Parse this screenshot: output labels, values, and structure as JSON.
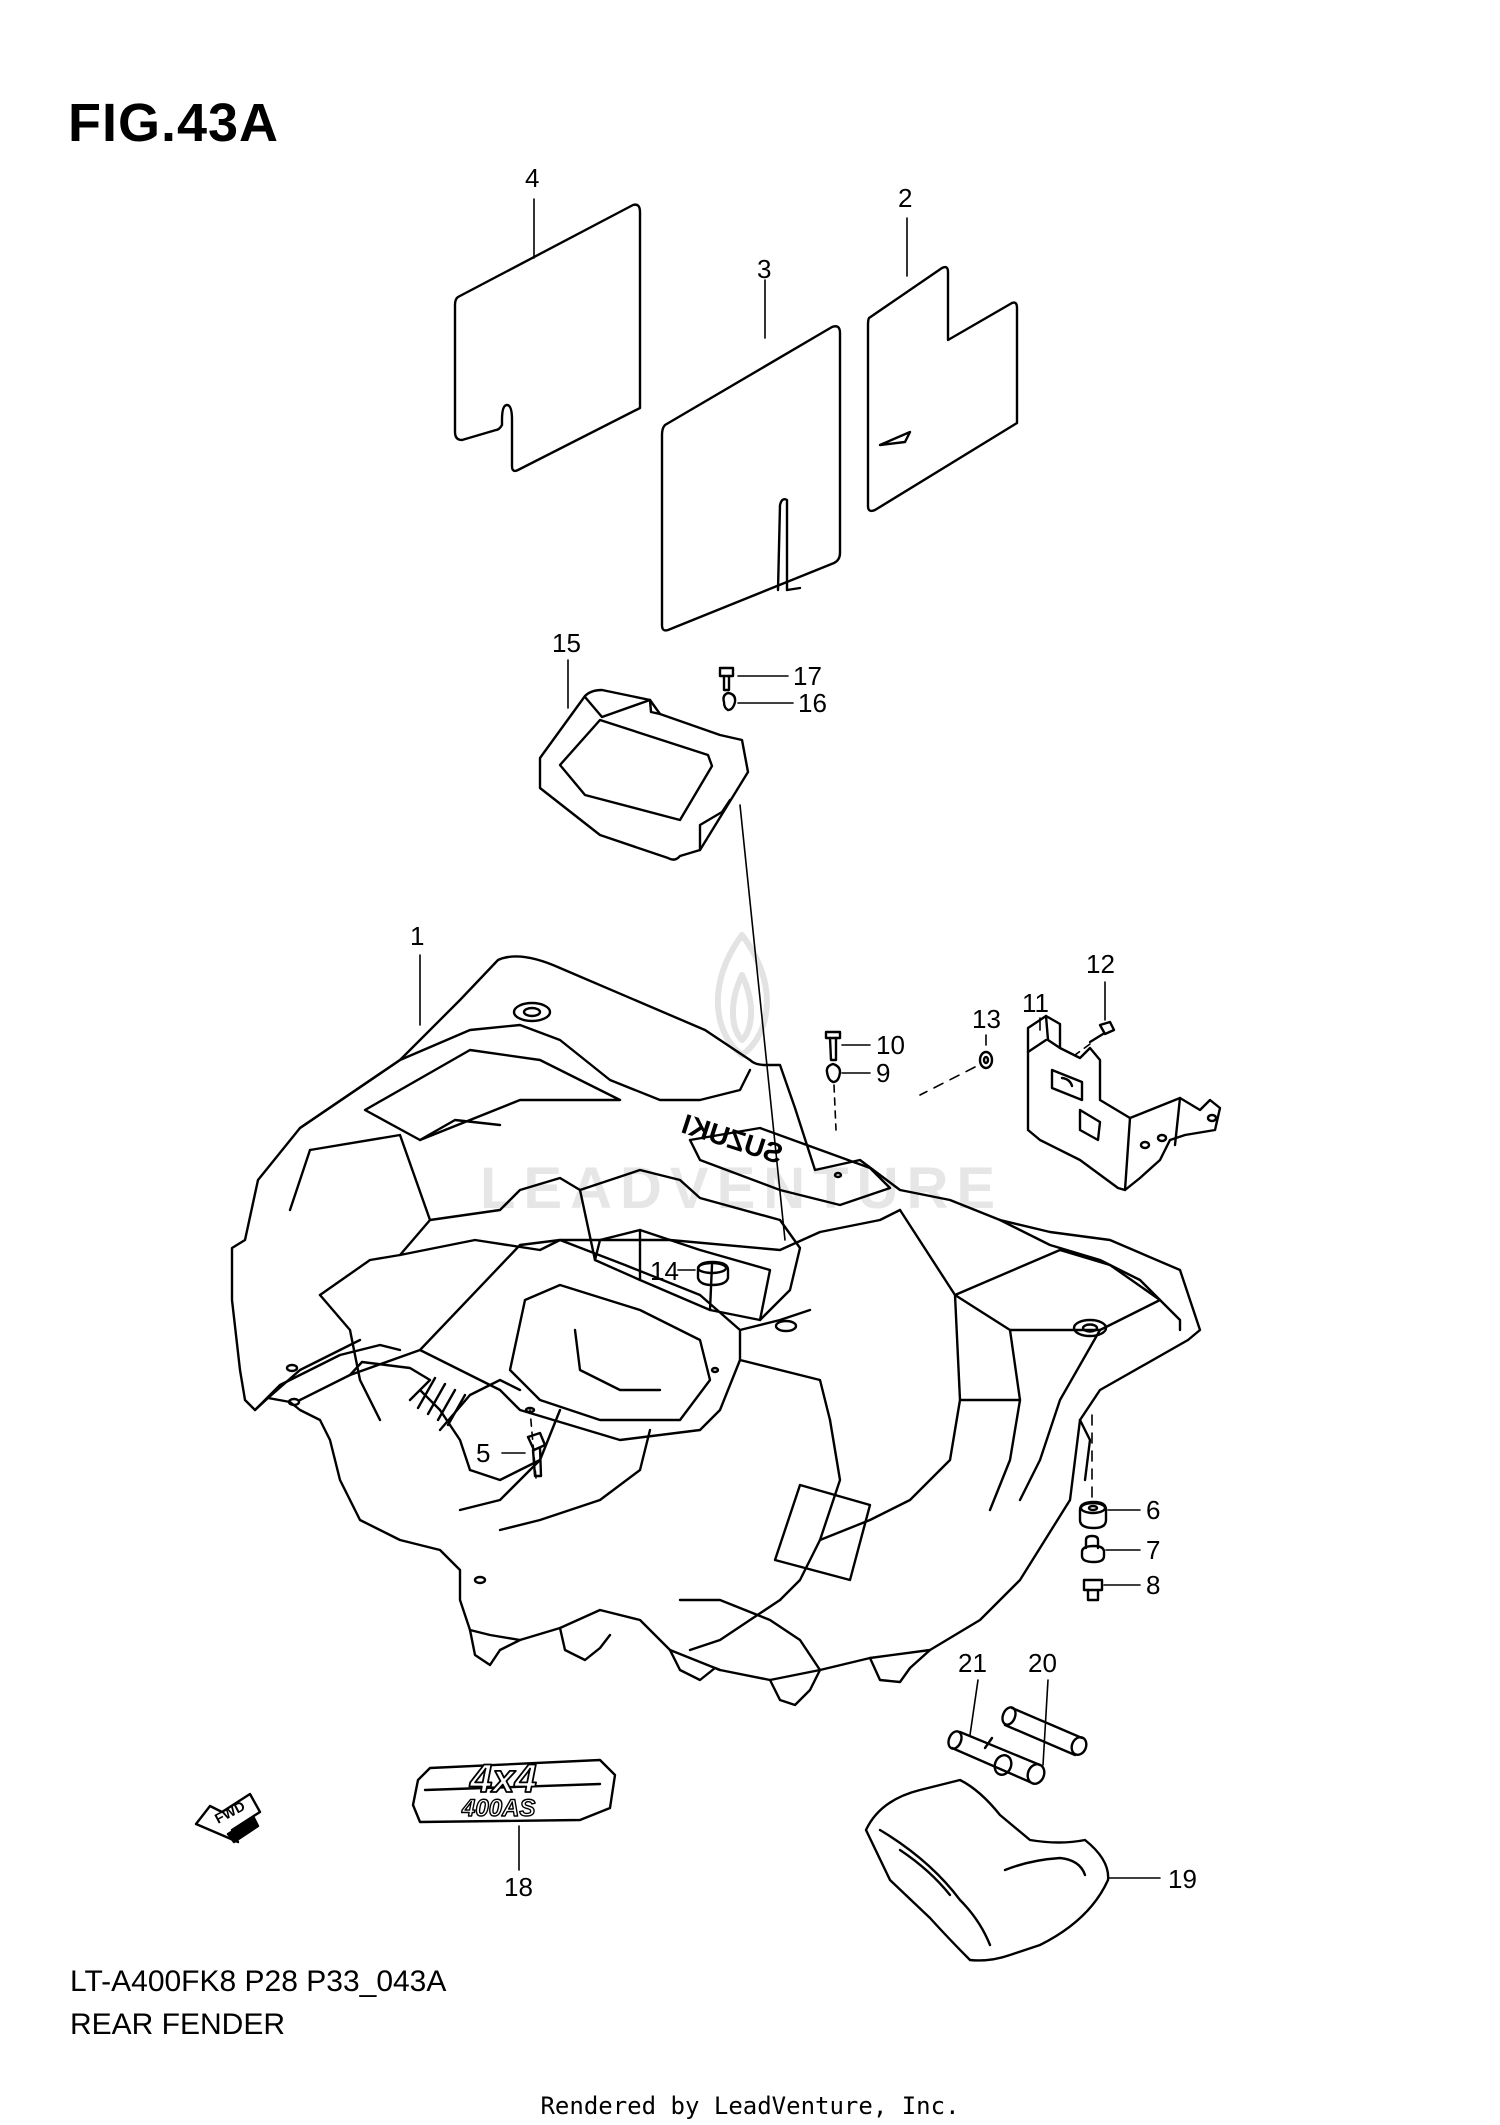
{
  "figure": {
    "title": "FIG.43A",
    "code": "LT-A400FK8 P28 P33_043A",
    "name": "REAR FENDER"
  },
  "credit": "Rendered by LeadVenture, Inc.",
  "watermark": "LEADVENTURE",
  "decal_text": {
    "decal_18_big": "4x4",
    "decal_18_small": "400AS",
    "fender_brand": "SUZUKI",
    "fwd_arrow": "FWD"
  },
  "callouts": [
    {
      "id": "1",
      "label": "1"
    },
    {
      "id": "2",
      "label": "2"
    },
    {
      "id": "3",
      "label": "3"
    },
    {
      "id": "4",
      "label": "4"
    },
    {
      "id": "5",
      "label": "5"
    },
    {
      "id": "6",
      "label": "6"
    },
    {
      "id": "7",
      "label": "7"
    },
    {
      "id": "8",
      "label": "8"
    },
    {
      "id": "9",
      "label": "9"
    },
    {
      "id": "10",
      "label": "10"
    },
    {
      "id": "11",
      "label": "11"
    },
    {
      "id": "12",
      "label": "12"
    },
    {
      "id": "13",
      "label": "13"
    },
    {
      "id": "14",
      "label": "14"
    },
    {
      "id": "15",
      "label": "15"
    },
    {
      "id": "16",
      "label": "16"
    },
    {
      "id": "17",
      "label": "17"
    },
    {
      "id": "18",
      "label": "18"
    },
    {
      "id": "19",
      "label": "19"
    },
    {
      "id": "20",
      "label": "20"
    },
    {
      "id": "21",
      "label": "21"
    }
  ]
}
